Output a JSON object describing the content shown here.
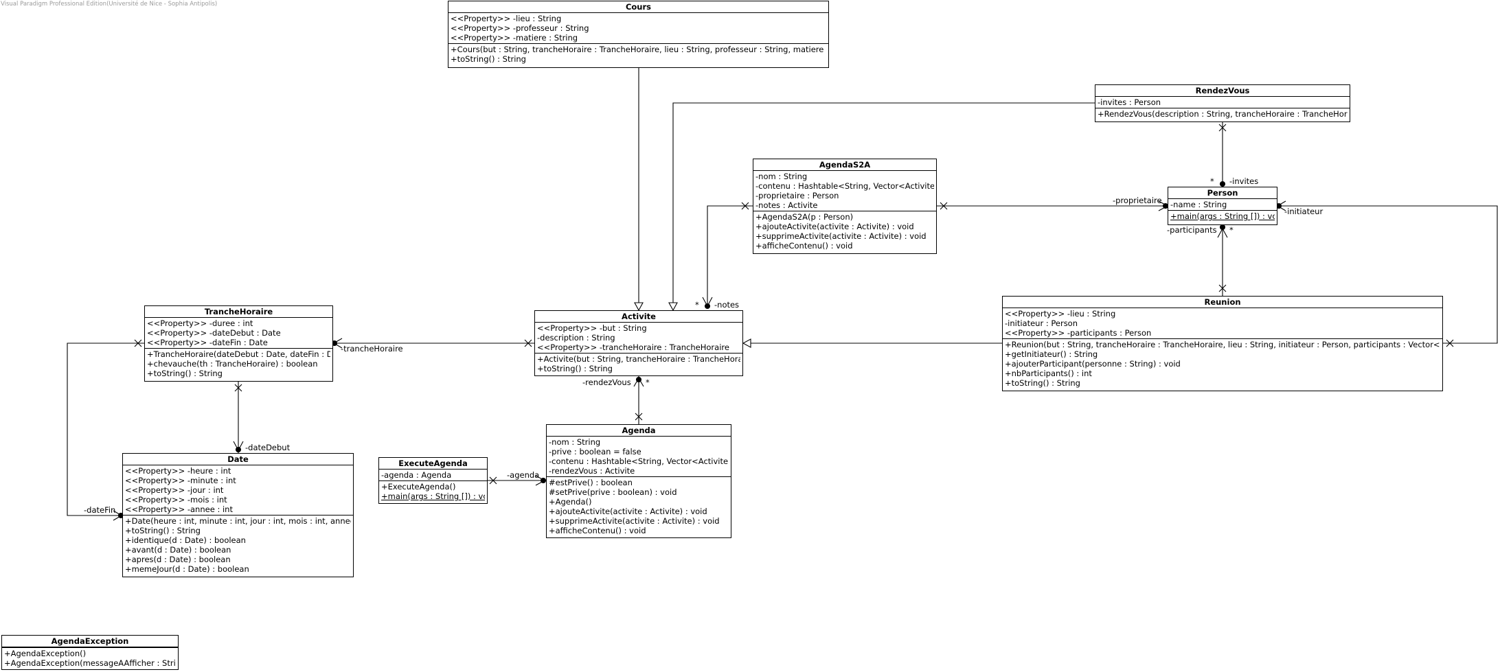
{
  "watermark": "Visual Paradigm Professional Edition(Université de Nice - Sophia Antipolis)",
  "classes": {
    "cours": {
      "name": "Cours",
      "attributes": [
        "<<Property>> -lieu : String",
        "<<Property>> -professeur : String",
        "<<Property>> -matiere : String"
      ],
      "operations": [
        "+Cours(but : String, trancheHoraire : TrancheHoraire, lieu : String, professeur : String, matiere : String)",
        "+toString() : String"
      ]
    },
    "rendezvous": {
      "name": "RendezVous",
      "attributes": [
        "-invites : Person"
      ],
      "operations": [
        "+RendezVous(description : String, trancheHoraire : TrancheHoraire)"
      ]
    },
    "agendas2a": {
      "name": "AgendaS2A",
      "attributes": [
        "-nom : String",
        "-contenu : Hashtable<String, Vector<Activite>>",
        "-proprietaire : Person",
        "-notes : Activite"
      ],
      "operations": [
        "+AgendaS2A(p : Person)",
        "+ajouteActivite(activite : Activite) : void",
        "+supprimeActivite(activite : Activite) : void",
        "+afficheContenu() : void"
      ]
    },
    "person": {
      "name": "Person",
      "attributes": [
        "-name : String"
      ],
      "operations": [
        "+main(args : String []) : void"
      ]
    },
    "tranchehoraire": {
      "name": "TrancheHoraire",
      "attributes": [
        "<<Property>> -duree : int",
        "<<Property>> -dateDebut : Date",
        "<<Property>> -dateFin : Date"
      ],
      "operations": [
        "+TrancheHoraire(dateDebut : Date, dateFin : Date)",
        "+chevauche(th : TrancheHoraire) : boolean",
        "+toString() : String"
      ]
    },
    "activite": {
      "name": "Activite",
      "attributes": [
        "<<Property>> -but : String",
        "-description : String",
        "<<Property>> -trancheHoraire : TrancheHoraire"
      ],
      "operations": [
        "+Activite(but : String, trancheHoraire : TrancheHoraire)",
        "+toString() : String"
      ]
    },
    "reunion": {
      "name": "Reunion",
      "attributes": [
        "<<Property>> -lieu : String",
        "-initiateur : Person",
        "<<Property>> -participants : Person"
      ],
      "operations": [
        "+Reunion(but : String, trancheHoraire : TrancheHoraire, lieu : String, initiateur : Person, participants : Vector<Person>)",
        "+getInitiateur() : String",
        "+ajouterParticipant(personne : String) : void",
        "+nbParticipants() : int",
        "+toString() : String"
      ]
    },
    "date": {
      "name": "Date",
      "attributes": [
        "<<Property>> -heure : int",
        "<<Property>> -minute : int",
        "<<Property>> -jour : int",
        "<<Property>> -mois : int",
        "<<Property>> -annee : int"
      ],
      "operations": [
        "+Date(heure : int, minute : int, jour : int, mois : int, annee : ...",
        "+toString() : String",
        "+identique(d : Date) : boolean",
        "+avant(d : Date) : boolean",
        "+apres(d : Date) : boolean",
        "+memeJour(d : Date) : boolean"
      ]
    },
    "executeagenda": {
      "name": "ExecuteAgenda",
      "attributes": [
        "-agenda : Agenda"
      ],
      "operations": [
        "+ExecuteAgenda()",
        "+main(args : String []) : void"
      ]
    },
    "agenda": {
      "name": "Agenda",
      "attributes": [
        "-nom : String",
        "-prive : boolean = false",
        "-contenu : Hashtable<String, Vector<Activite>>",
        "-rendezVous : Activite"
      ],
      "operations": [
        "#estPrive() : boolean",
        "#setPrive(prive : boolean) : void",
        "+Agenda()",
        "+ajouteActivite(activite : Activite) : void",
        "+supprimeActivite(activite : Activite) : void",
        "+afficheContenu() : void"
      ]
    },
    "agendaexception": {
      "name": "AgendaException",
      "attributes": [],
      "operations": [
        "+AgendaException()",
        "+AgendaException(messageAAfficher : String)"
      ]
    }
  },
  "labels": {
    "invites": "-invites",
    "invites_mult": "*",
    "proprietaire": "-proprietaire",
    "initiateur": "-initiateur",
    "participants": "-participants",
    "participants_mult": "*",
    "notes": "-notes",
    "notes_mult": "*",
    "tranche_horaire": "-trancheHoraire",
    "rendez_vous": "-rendezVous",
    "rendez_vous_mult": "*",
    "date_debut": "-dateDebut",
    "date_fin": "-dateFin",
    "agenda": "-agenda"
  }
}
